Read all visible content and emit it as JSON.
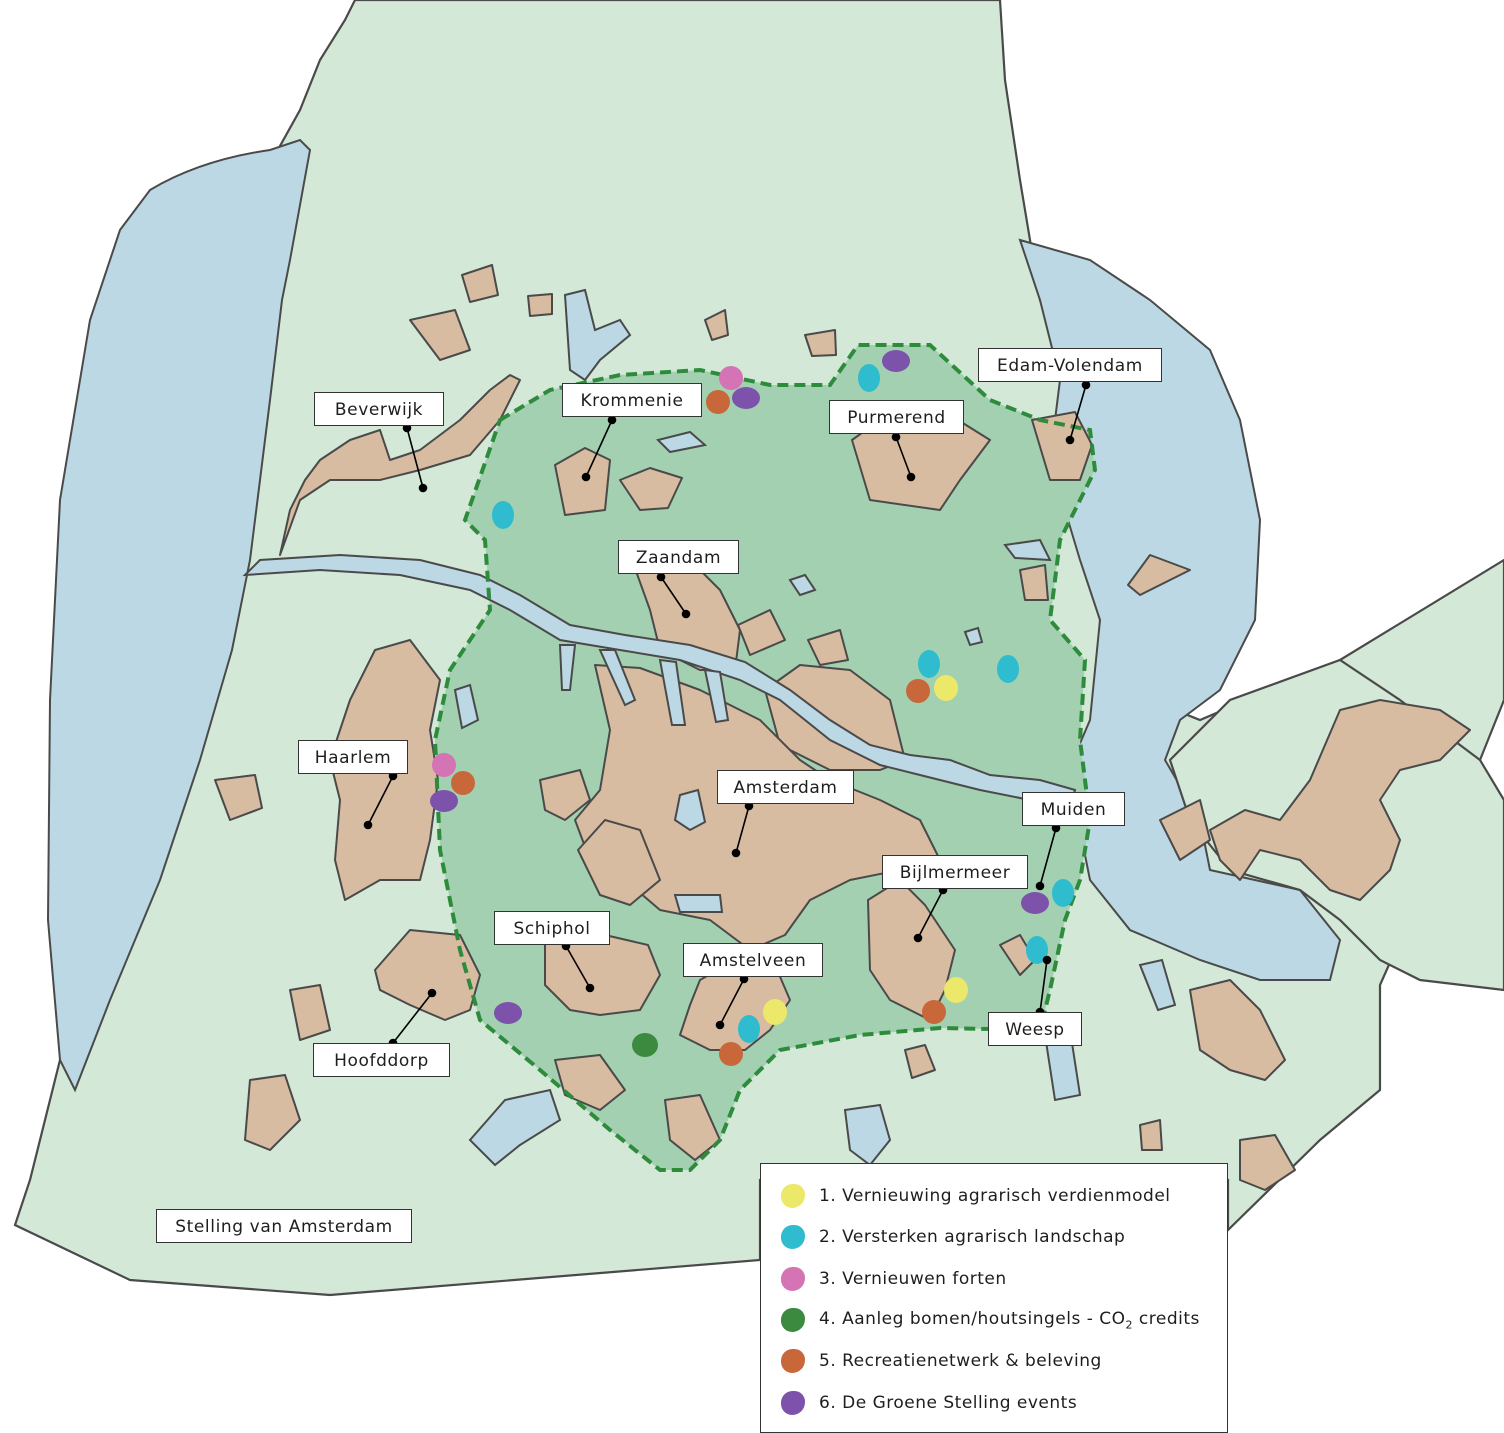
{
  "colors": {
    "water": "#bcd8e4",
    "land": "#d3e8d7",
    "stelling_area": "#a2d0b0",
    "town": "#d8bca2",
    "outline": "#4a4a4a",
    "dashed_border": "#2e8b3c",
    "marker_1": "#ece86a",
    "marker_2": "#2fbccf",
    "marker_3": "#d474b4",
    "marker_4": "#3c8a40",
    "marker_5": "#c8683a",
    "marker_6": "#7c52aa"
  },
  "places": {
    "beverwijk": "Beverwijk",
    "krommenie": "Krommenie",
    "purmerend": "Purmerend",
    "edam_volendam": "Edam-Volendam",
    "zaandam": "Zaandam",
    "haarlem": "Haarlem",
    "amsterdam": "Amsterdam",
    "muiden": "Muiden",
    "bijlmermeer": "Bijlmermeer",
    "schiphol": "Schiphol",
    "amstelveen": "Amstelveen",
    "hoofddorp": "Hoofddorp",
    "weesp": "Weesp",
    "stelling": "Stelling van Amsterdam"
  },
  "legend": {
    "item_1": "1. Vernieuwing agrarisch verdienmodel",
    "item_2": "2. Versterken agrarisch landschap",
    "item_3": "3. Vernieuwen forten",
    "item_4_pre": "4. Aanleg bomen/houtsingels - CO",
    "item_4_sub": "2",
    "item_4_post": " credits",
    "item_5": "5. Recreatienetwerk & beleving",
    "item_6": "6. De Groene Stelling events"
  }
}
